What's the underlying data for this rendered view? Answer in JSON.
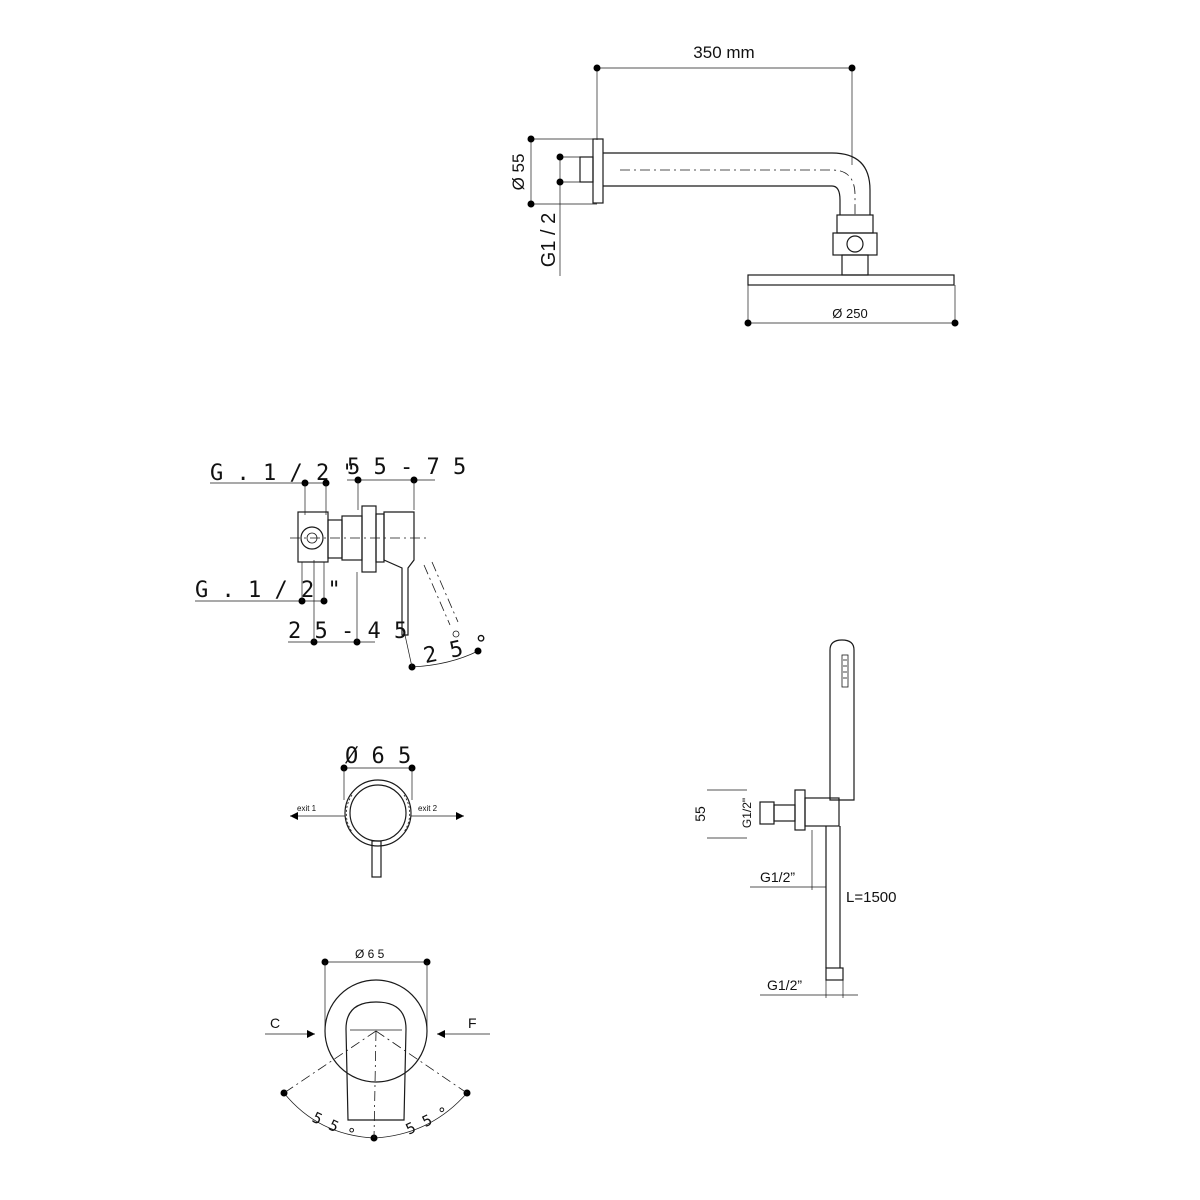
{
  "shower_arm": {
    "length": "350 mm",
    "flange_diameter": "Ø 55",
    "thread": "G1 / 2",
    "head_diameter": "Ø 250"
  },
  "mixer_side": {
    "thread_top": "G . 1 / 2 \"",
    "depth_range_top": "5 5 - 7 5",
    "thread_bottom": "G . 1 / 2 \"",
    "depth_range_bottom": "2 5 - 4 5",
    "angle": "2 5 °"
  },
  "mixer_front": {
    "diameter": "Ø 6 5",
    "exit_left": "exit 1",
    "exit_right": "exit 2"
  },
  "mixer_plate": {
    "diameter": "Ø 6 5",
    "cold": "C",
    "hot": "F",
    "angle_left": "5 5 °",
    "angle_right": "5 5 °"
  },
  "hand_shower": {
    "height": "55",
    "thread_outlet": "G1/2\"",
    "thread_hose": "G1/2”",
    "hose_length": "L=1500",
    "thread_bottom": "G1/2”"
  }
}
